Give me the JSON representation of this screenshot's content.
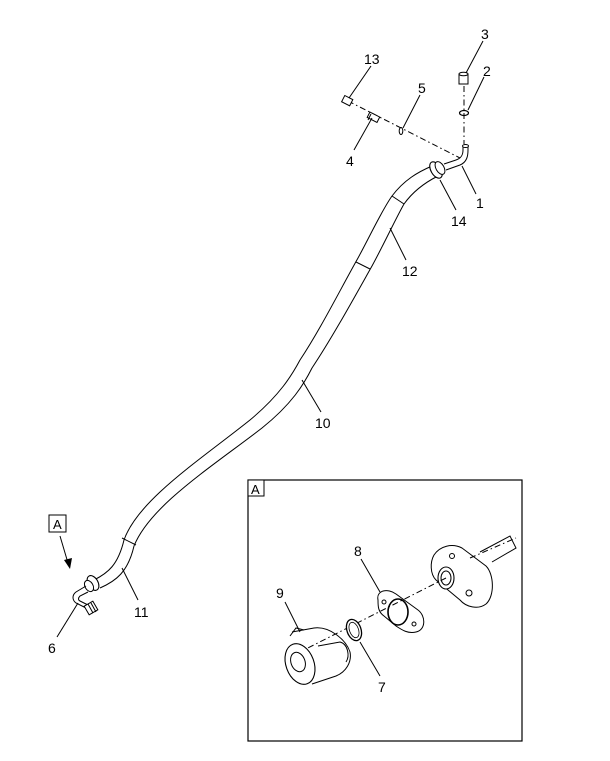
{
  "callouts": {
    "c1": "1",
    "c2": "2",
    "c3": "3",
    "c4": "4",
    "c5": "5",
    "c6": "6",
    "c7": "7",
    "c8": "8",
    "c9": "9",
    "c10": "10",
    "c11": "11",
    "c12": "12",
    "c13": "13",
    "c14": "14"
  },
  "detail_ref": {
    "marker_label": "A",
    "frame_label": "A"
  }
}
